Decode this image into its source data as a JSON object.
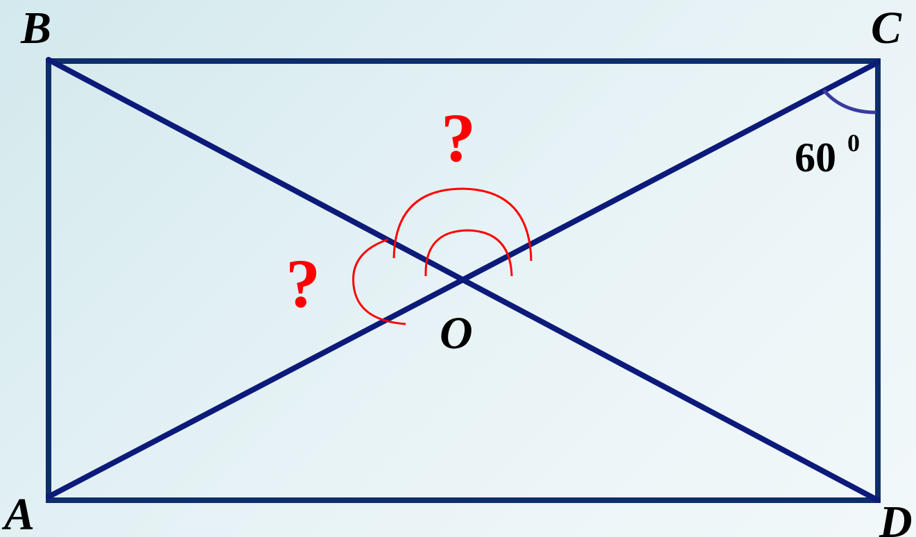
{
  "vertices": {
    "A": "A",
    "B": "B",
    "C": "C",
    "D": "D",
    "O": "O"
  },
  "angle_at_C": {
    "value": "60",
    "superscript": "0"
  },
  "unknown_angles": {
    "top": "?",
    "left": "?"
  },
  "colors": {
    "rectangle": "#0d2d6b",
    "diagonals": "#0c1a7a",
    "given_arc": "#3a3aa0",
    "unknown_arcs": "#ff0000",
    "labels": "#000000"
  }
}
